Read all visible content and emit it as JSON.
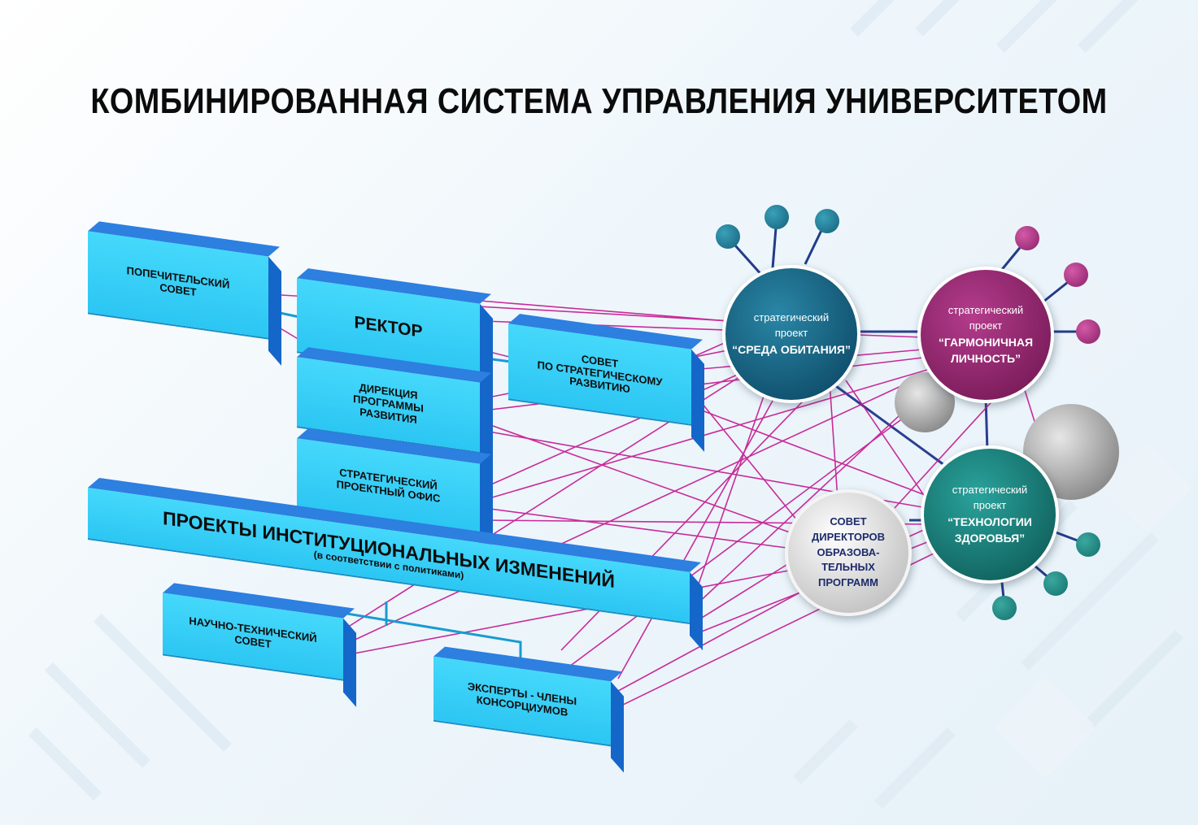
{
  "title": "КОМБИНИРОВАННАЯ СИСТЕМА УПРАВЛЕНИЯ УНИВЕРСИТЕТОМ",
  "boxes": {
    "trustees": [
      "ПОПЕЧИТЕЛЬСКИЙ",
      "СОВЕТ"
    ],
    "rector": "РЕКТОР",
    "strategy_council": [
      "СОВЕТ",
      "ПО СТРАТЕГИЧЕСКОМУ",
      "РАЗВИТИЮ"
    ],
    "directorate": [
      "ДИРЕКЦИЯ",
      "ПРОГРАММЫ",
      "РАЗВИТИЯ"
    ],
    "project_office": [
      "СТРАТЕГИЧЕСКИЙ",
      "ПРОЕКТНЫЙ ОФИС"
    ],
    "institutional": "ПРОЕКТЫ ИНСТИТУЦИОНАЛЬНЫХ ИЗМЕНЕНИЙ",
    "institutional_sub": "(в соответствии с политиками)",
    "science_council": [
      "НАУЧНО-ТЕХНИЧЕСКИЙ",
      "СОВЕТ"
    ],
    "experts": [
      "ЭКСПЕРТЫ - ЧЛЕНЫ",
      "КОНСОРЦИУМОВ"
    ]
  },
  "circles": {
    "habitat": [
      "стратегический",
      "проект",
      "“СРЕДА ОБИТАНИЯ”"
    ],
    "harmonious": [
      "стратегический",
      "проект",
      "“ГАРМОНИЧНАЯ",
      "ЛИЧНОСТЬ”"
    ],
    "health": [
      "стратегический",
      "проект",
      "“ТЕХНОЛОГИИ",
      "ЗДОРОВЬЯ”"
    ],
    "directors": [
      "СОВЕТ",
      "ДИРЕКТОРОВ",
      "ОБРАЗОВА-",
      "ТЕЛЬНЫХ",
      "ПРОГРАММ"
    ]
  },
  "colors": {
    "box_face": "#2cc6f3",
    "box_side": "#1566c9",
    "link_magenta": "#c4168f",
    "link_blue": "#2a3f8f",
    "teal": "#1a6f8c",
    "purple": "#9c2a77",
    "green_teal": "#1d8a8a",
    "gray": "#a6a6a6"
  }
}
